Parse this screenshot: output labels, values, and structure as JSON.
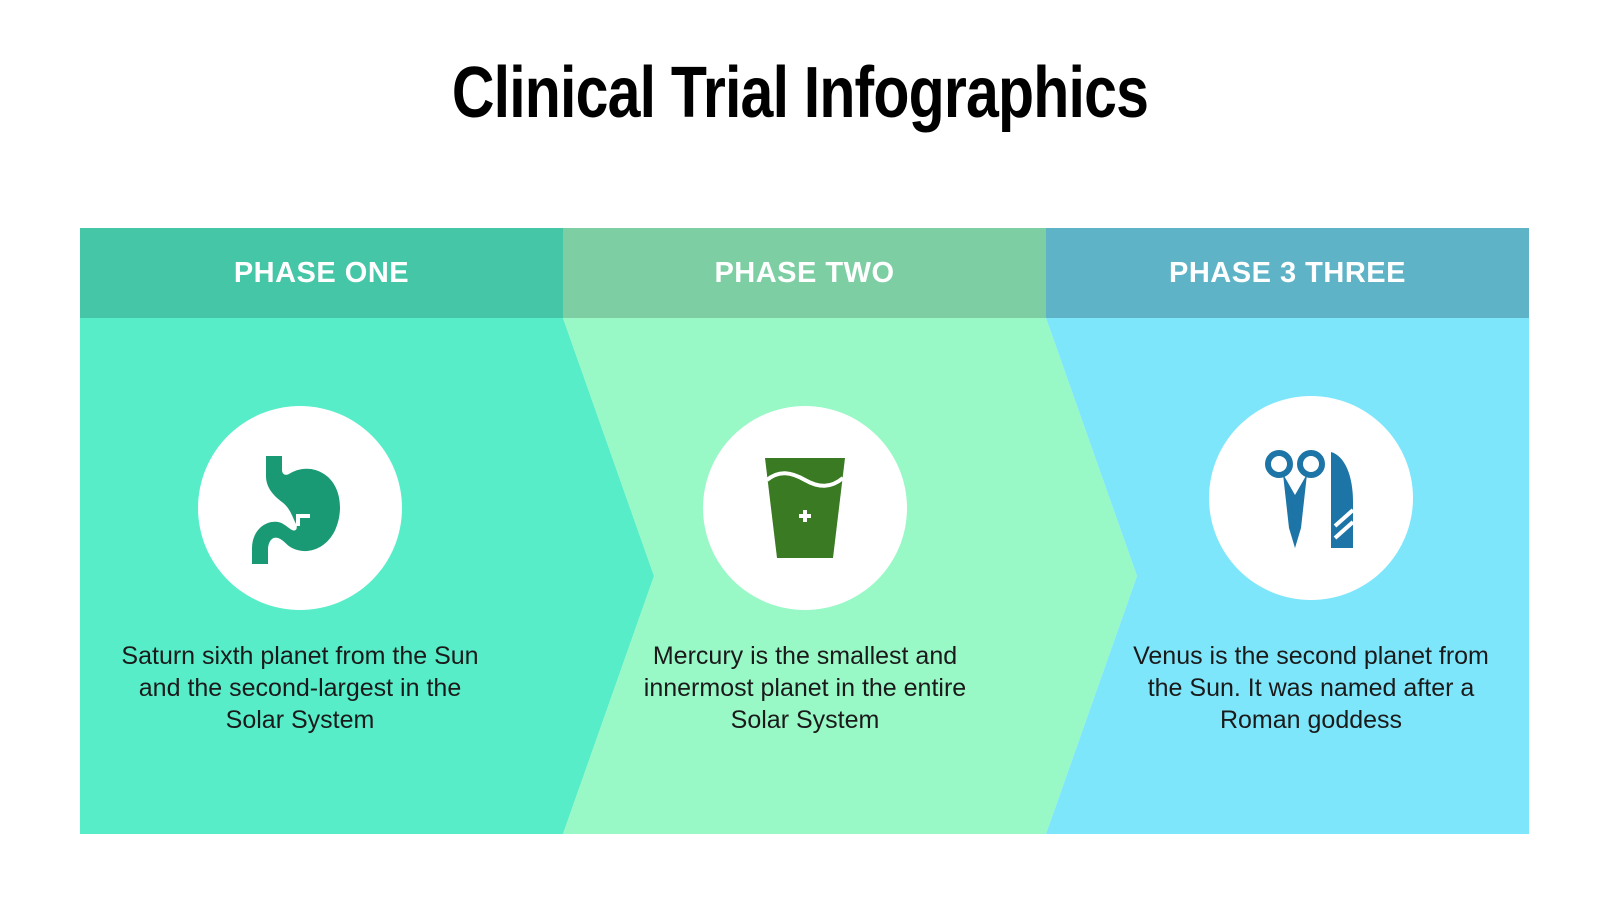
{
  "title": "Clinical Trial Infographics",
  "colors": {
    "header_1": "#45c6a6",
    "header_2": "#7dcfa3",
    "header_3": "#5eb3c7",
    "band_1": "#56edc8",
    "band_2": "#98f8c6",
    "band_3": "#7ee6fb",
    "icon_1": "#1a9a74",
    "icon_2": "#3a7a22",
    "icon_3": "#1d74a6"
  },
  "phases": [
    {
      "label": "PHASE ONE",
      "icon": "stomach-icon",
      "description": "Saturn sixth planet from the Sun and the second-largest in the Solar System"
    },
    {
      "label": "PHASE TWO",
      "icon": "medicine-cup-icon",
      "description": "Mercury is the smallest and innermost planet in the entire Solar System"
    },
    {
      "label": "PHASE 3 THREE",
      "icon": "surgical-tools-icon",
      "description": "Venus is the second planet from the Sun. It was named after a Roman goddess"
    }
  ]
}
